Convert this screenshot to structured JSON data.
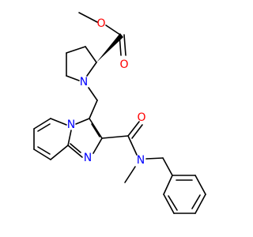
{
  "molecule": {
    "atom_labels": {
      "ester_carbonyl_oxygen": "O",
      "ester_ether_oxygen": "O",
      "pyrrolidine_nitrogen": "N",
      "imidazopyridine_bridgehead_nitrogen": "N",
      "imidazole_nitrogen": "N",
      "amide_nitrogen": "N",
      "amide_oxygen": "O"
    },
    "colors": {
      "bond": "#000000",
      "nitrogen": "#0000ff",
      "oxygen": "#ff0000",
      "background": "#ffffff"
    },
    "stereo": {
      "proline_alpha_carbon": "wedge-bond"
    }
  }
}
